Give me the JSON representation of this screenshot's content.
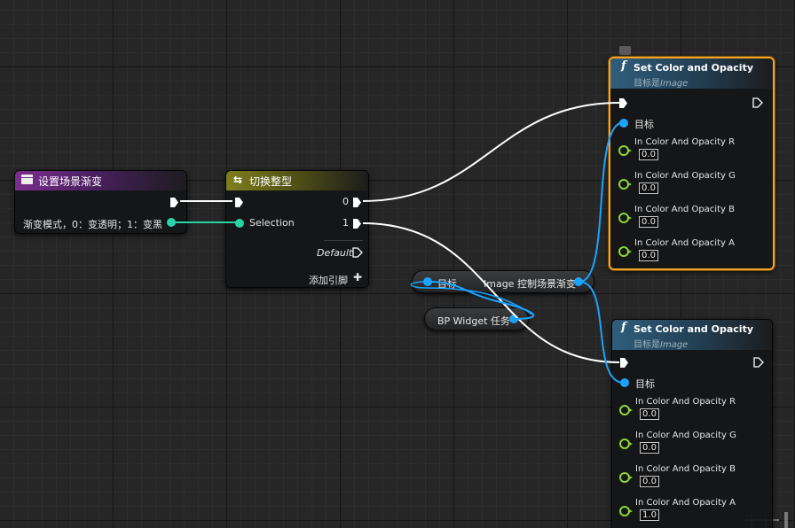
{
  "nodes": {
    "fade": {
      "title": "设置场景渐变",
      "param_label": "渐变模式，0：变透明；1：变黑"
    },
    "switch": {
      "title": "切换整型",
      "selection_label": "Selection",
      "out0_label": "0",
      "out1_label": "1",
      "default_label": "Default",
      "add_pin_label": "添加引脚",
      "add_pin_glyph": "✚"
    },
    "set_color_top": {
      "title": "Set Color and Opacity",
      "target_prefix": "目标是",
      "target_class": "Image",
      "target_label": "目标",
      "rows": [
        {
          "label": "In Color And Opacity R",
          "value": "0.0"
        },
        {
          "label": "In Color And Opacity G",
          "value": "0.0"
        },
        {
          "label": "In Color And Opacity B",
          "value": "0.0"
        },
        {
          "label": "In Color And Opacity A",
          "value": "0.0"
        }
      ]
    },
    "set_color_bottom": {
      "title": "Set Color and Opacity",
      "target_prefix": "目标是",
      "target_class": "Image",
      "target_label": "目标",
      "rows": [
        {
          "label": "In Color And Opacity R",
          "value": "0.0"
        },
        {
          "label": "In Color And Opacity G",
          "value": "0.0"
        },
        {
          "label": "In Color And Opacity B",
          "value": "0.0"
        },
        {
          "label": "In Color And Opacity A",
          "value": "1.0"
        }
      ]
    },
    "getter": {
      "target_label": "目标",
      "output_label": "Image 控制场景渐变"
    },
    "bp_widget": {
      "label": "BP Widget 任务"
    }
  },
  "colors": {
    "exec": "#ffffff",
    "object_pin": "#1aa3ff",
    "int_pin": "#2ad3a3",
    "float_pin": "#8fd43a",
    "selection_border": "#f2a529",
    "event_header": "#7a2e8e",
    "macro_header": "#7e7e1e",
    "function_header": "#2f5e7c"
  }
}
